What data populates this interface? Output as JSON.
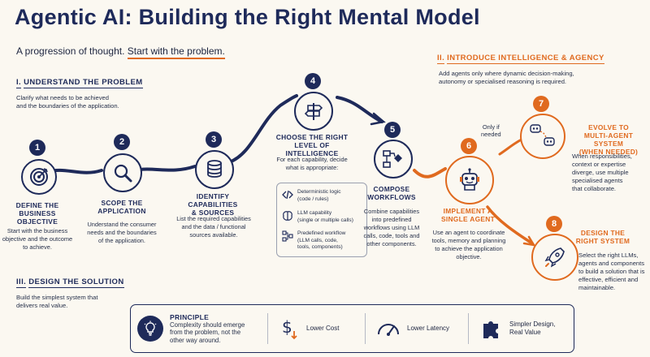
{
  "title": "Agentic AI: Building the Right Mental Model",
  "subtitle": {
    "prefix": "A progression of thought.",
    "highlight": "Start with the problem."
  },
  "sections": {
    "understand": {
      "numeral": "I.",
      "label": "Understand the Problem",
      "desc": [
        "Clarify what needs to be achieved",
        "and the boundaries of the application."
      ]
    },
    "design": {
      "numeral": "III.",
      "label": "Design the Solution",
      "desc": [
        "Build the simplest system that",
        "delivers real value."
      ]
    },
    "intelligence": {
      "numeral": "II.",
      "label": "Introduce Intelligence & Agency",
      "desc": [
        "Add agents only where dynamic decision-making,",
        "autonomy or specialised reasoning is required."
      ]
    }
  },
  "steps": [
    {
      "num": "1",
      "title": [
        "Define the",
        "Business Objective"
      ],
      "desc": [
        "Start with the business",
        "objective and the outcome",
        "to achieve."
      ]
    },
    {
      "num": "2",
      "title": [
        "Scope the",
        "Application"
      ],
      "desc": [
        "Understand the consumer",
        "needs and the boundaries",
        "of the application."
      ]
    },
    {
      "num": "3",
      "title": [
        "Identify Capabilities",
        "& Sources"
      ],
      "desc": [
        "List the required capabilities",
        "and the data / functional",
        "sources available."
      ]
    },
    {
      "num": "4",
      "title": [
        "Choose the Right",
        "Level of Intelligence"
      ],
      "desc": [
        "For each capability, decide",
        "what is appropriate:"
      ]
    },
    {
      "num": "5",
      "title": [
        "Compose",
        "Workflows"
      ],
      "desc": [
        "Combine capabilities",
        "into predefined",
        "workflows using LLM",
        "calls, code, tools and",
        "other components."
      ]
    },
    {
      "num": "6",
      "title": [
        "Implement a",
        "Single Agent"
      ],
      "desc": [
        "Use an agent to coordinate",
        "tools, memory and planning",
        "to achieve the application",
        "objective."
      ]
    },
    {
      "num": "7",
      "title": [
        "Evolve to",
        "Multi-Agent System",
        "(When Needed)"
      ],
      "desc": [
        "When responsibilities,",
        "context or expertise",
        "diverge, use multiple",
        "specialised agents",
        "that collaborate."
      ]
    },
    {
      "num": "8",
      "title": [
        "Design the",
        "Right System"
      ],
      "desc": [
        "Select the right LLMs,",
        "agents and components",
        "to build a solution that is",
        "effective, efficient and",
        "maintainable."
      ]
    }
  ],
  "options": [
    {
      "icon": "code-icon",
      "lines": [
        "Deterministic logic",
        "(code / rules)"
      ]
    },
    {
      "icon": "brain-icon",
      "lines": [
        "LLM capability",
        "(single or multiple calls)"
      ]
    },
    {
      "icon": "workflow-icon",
      "lines": [
        "Predefined workflow",
        "(LLM calls, code,",
        "tools, components)"
      ]
    }
  ],
  "only_if_needed": [
    "Only if",
    "needed"
  ],
  "principle": {
    "label": "Principle",
    "desc": [
      "Complexity should emerge",
      "from the problem, not the",
      "other way around."
    ],
    "items": [
      {
        "icon": "dollar-down-icon",
        "label": "Lower Cost"
      },
      {
        "icon": "gauge-icon",
        "label": "Lower Latency"
      },
      {
        "icon": "puzzle-icon",
        "lines": [
          "Simpler Design,",
          "Real Value"
        ]
      }
    ]
  },
  "colors": {
    "navy": "#1e2a5a",
    "orange": "#e06a1f",
    "background": "#fbf8f1"
  }
}
